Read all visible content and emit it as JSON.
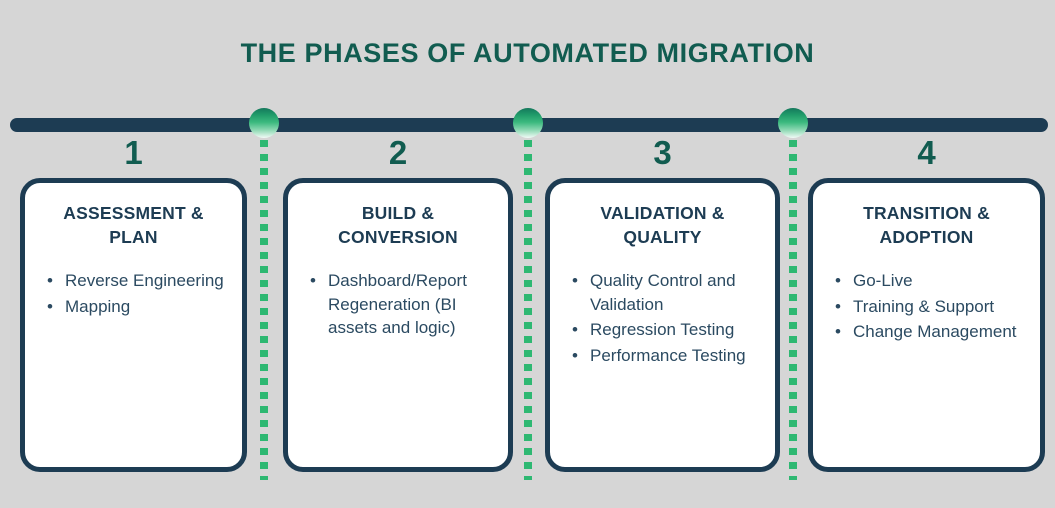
{
  "title": "THE PHASES OF AUTOMATED MIGRATION",
  "colors": {
    "background": "#d6d6d6",
    "title_teal": "#115c50",
    "navy": "#1d3c53",
    "body_navy": "#2b4a61",
    "green_dot": "#2eb872",
    "card_bg": "#ffffff"
  },
  "timeline": {
    "bar_color": "#1d3c53",
    "dividers": [
      {
        "id": "divider-1",
        "dot": "green-gradient-circle"
      },
      {
        "id": "divider-2",
        "dot": "green-gradient-circle"
      },
      {
        "id": "divider-3",
        "dot": "green-gradient-circle"
      }
    ]
  },
  "phases": [
    {
      "number": "1",
      "title": "ASSESSMENT &\nPLAN",
      "items": [
        "Reverse Engineering",
        "Mapping"
      ]
    },
    {
      "number": "2",
      "title": "BUILD &\nCONVERSION",
      "items": [
        "Dashboard/Report Regeneration (BI assets and logic)"
      ]
    },
    {
      "number": "3",
      "title": "VALIDATION &\nQUALITY",
      "items": [
        "Quality Control and Validation",
        "Regression Testing",
        "Performance Testing"
      ]
    },
    {
      "number": "4",
      "title": "TRANSITION &\nADOPTION",
      "items": [
        "Go-Live",
        "Training & Support",
        "Change Management"
      ]
    }
  ],
  "bullet_glyph": "•"
}
